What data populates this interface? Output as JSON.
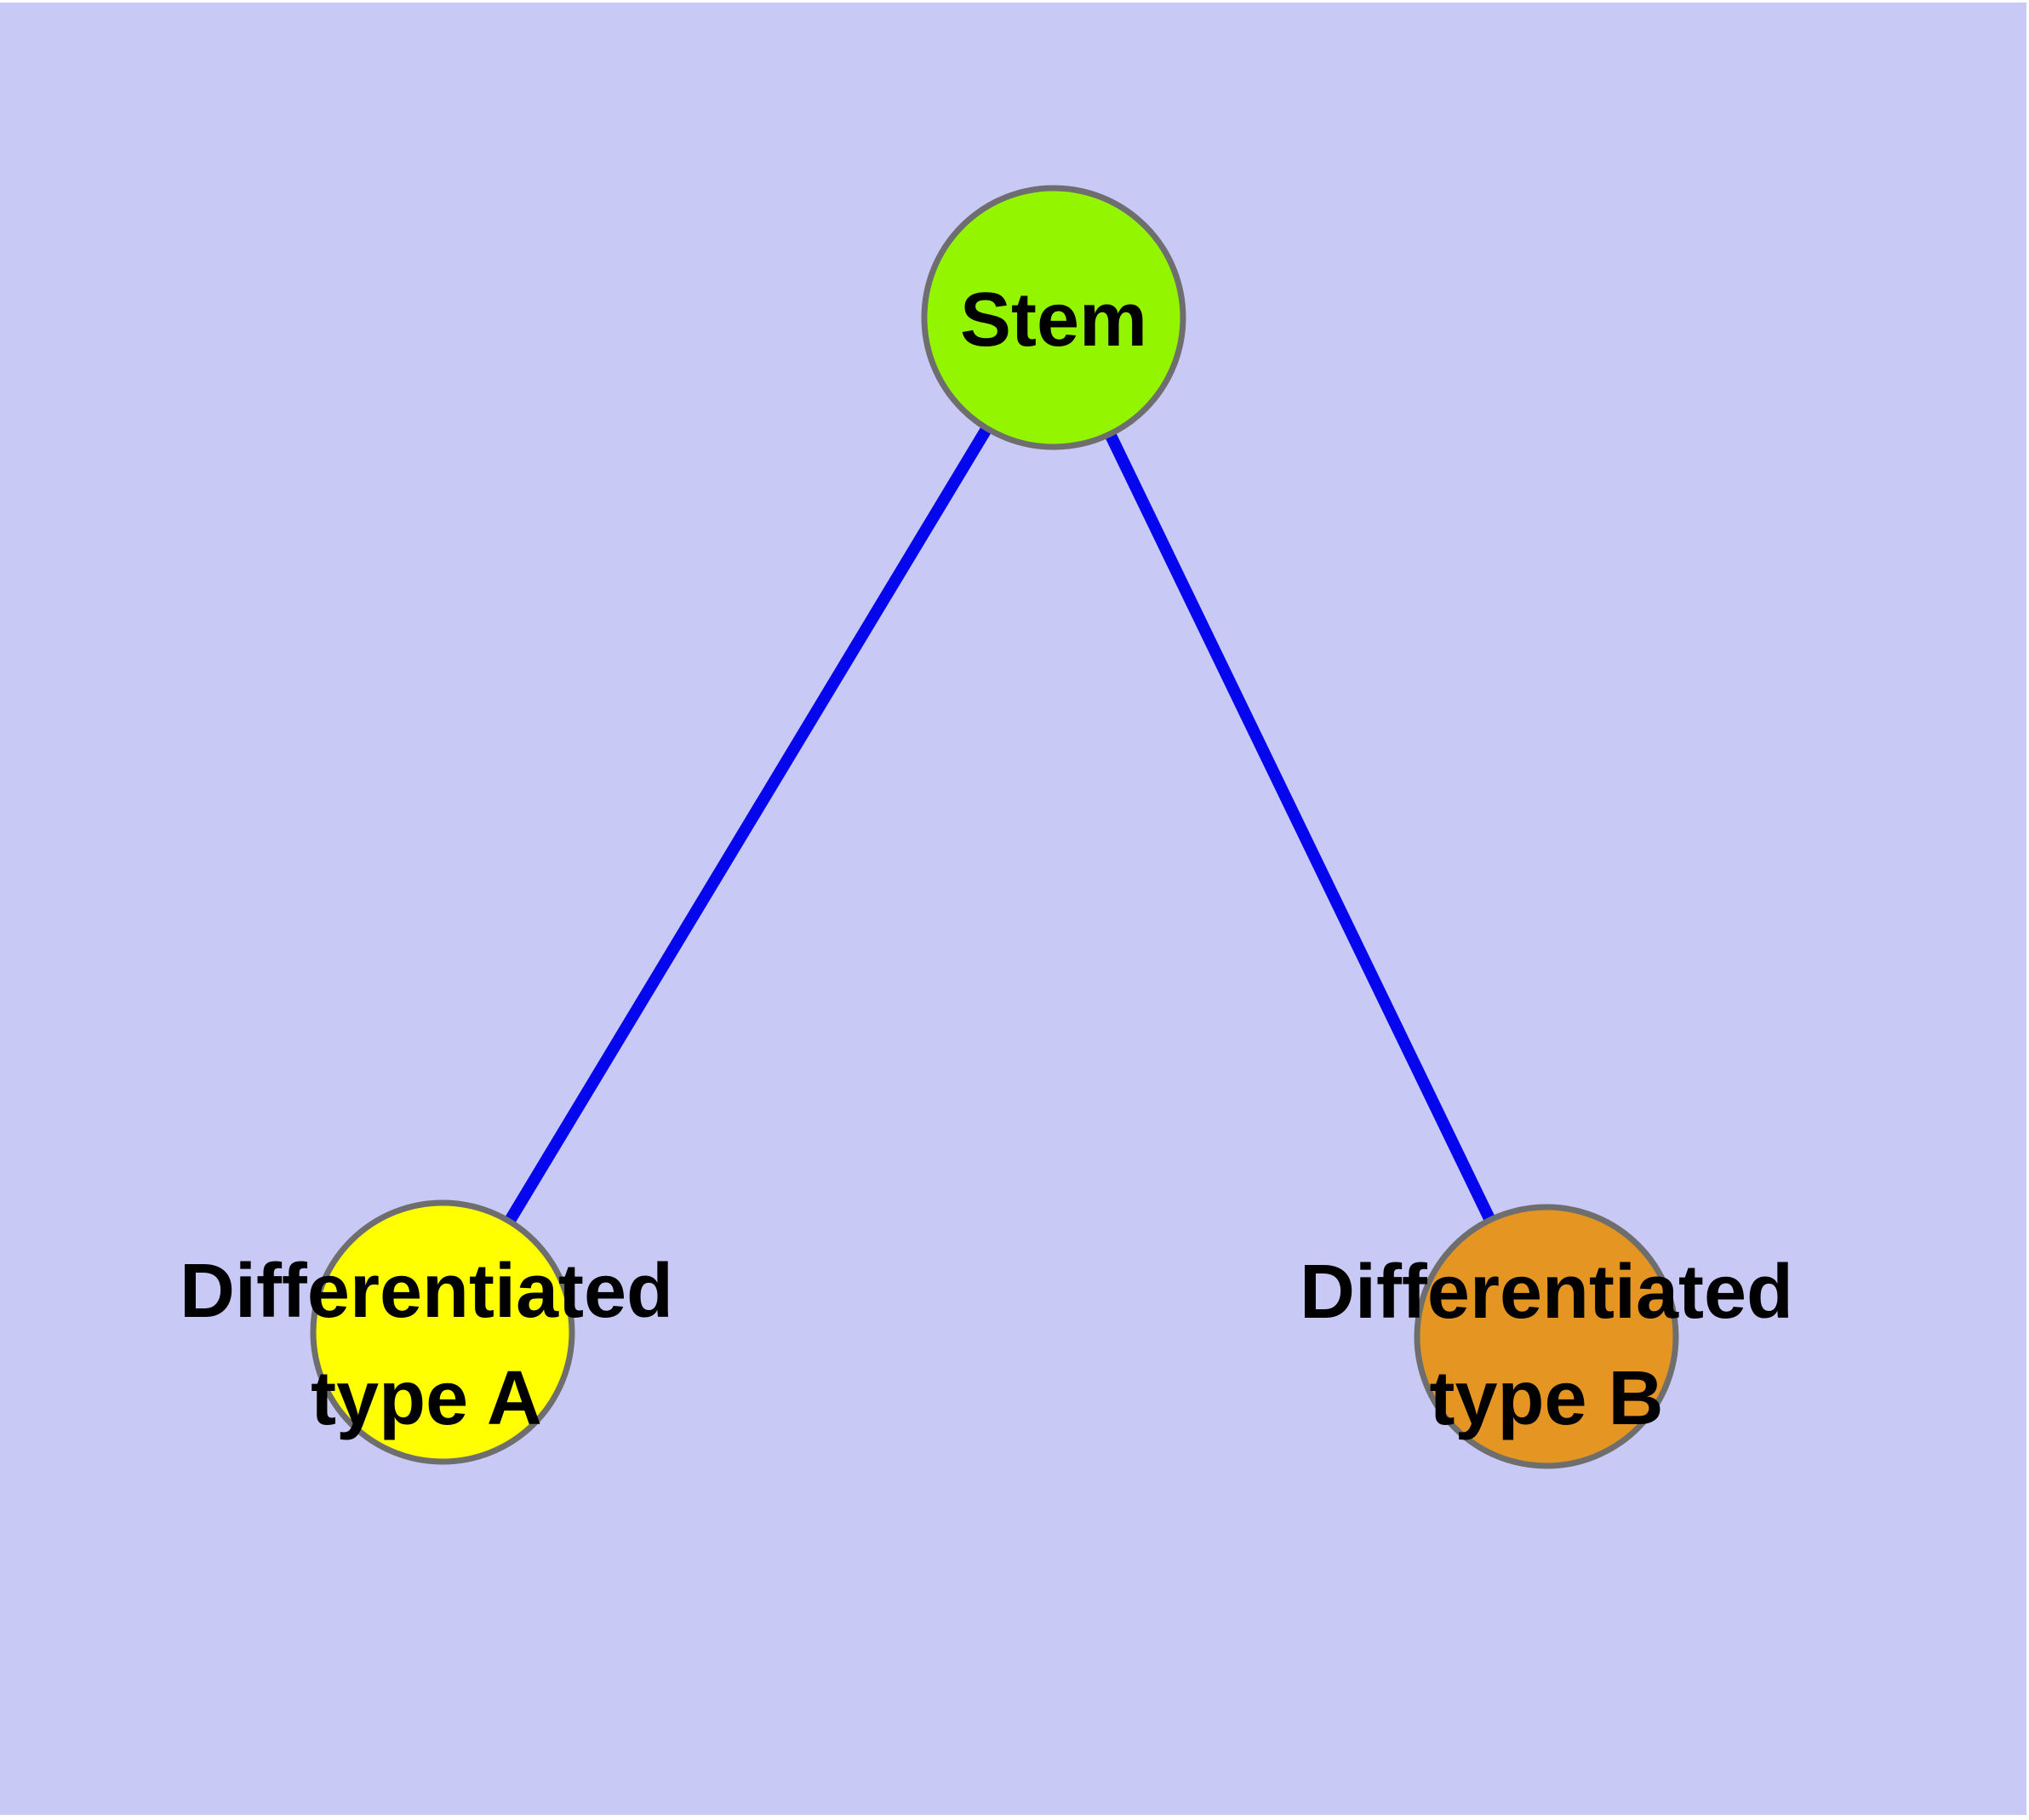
{
  "diagram": {
    "kind": "node-link-graph",
    "background_color": "#c9c9f6",
    "page_margin_color": "#ffffff",
    "edge_color": "#0505ee",
    "edge_stroke_width": "14",
    "node_border_color": "#6e6e6e",
    "node_border_width": "7",
    "text_color": "#000000",
    "nodes": [
      {
        "id": "stem",
        "label": "Stem",
        "fill_color": "#94f500"
      },
      {
        "id": "differentiated-type-a",
        "label_line1": "Differentiated",
        "label_line2": "type A",
        "fill_color": "#ffff00"
      },
      {
        "id": "differentiated-type-b",
        "label_line1": "Differentiated",
        "label_line2": "type B",
        "fill_color": "#e59622"
      }
    ],
    "edges": [
      {
        "from": "Stem",
        "to": "Differentiated type A"
      },
      {
        "from": "Stem",
        "to": "Differentiated type B"
      }
    ]
  }
}
